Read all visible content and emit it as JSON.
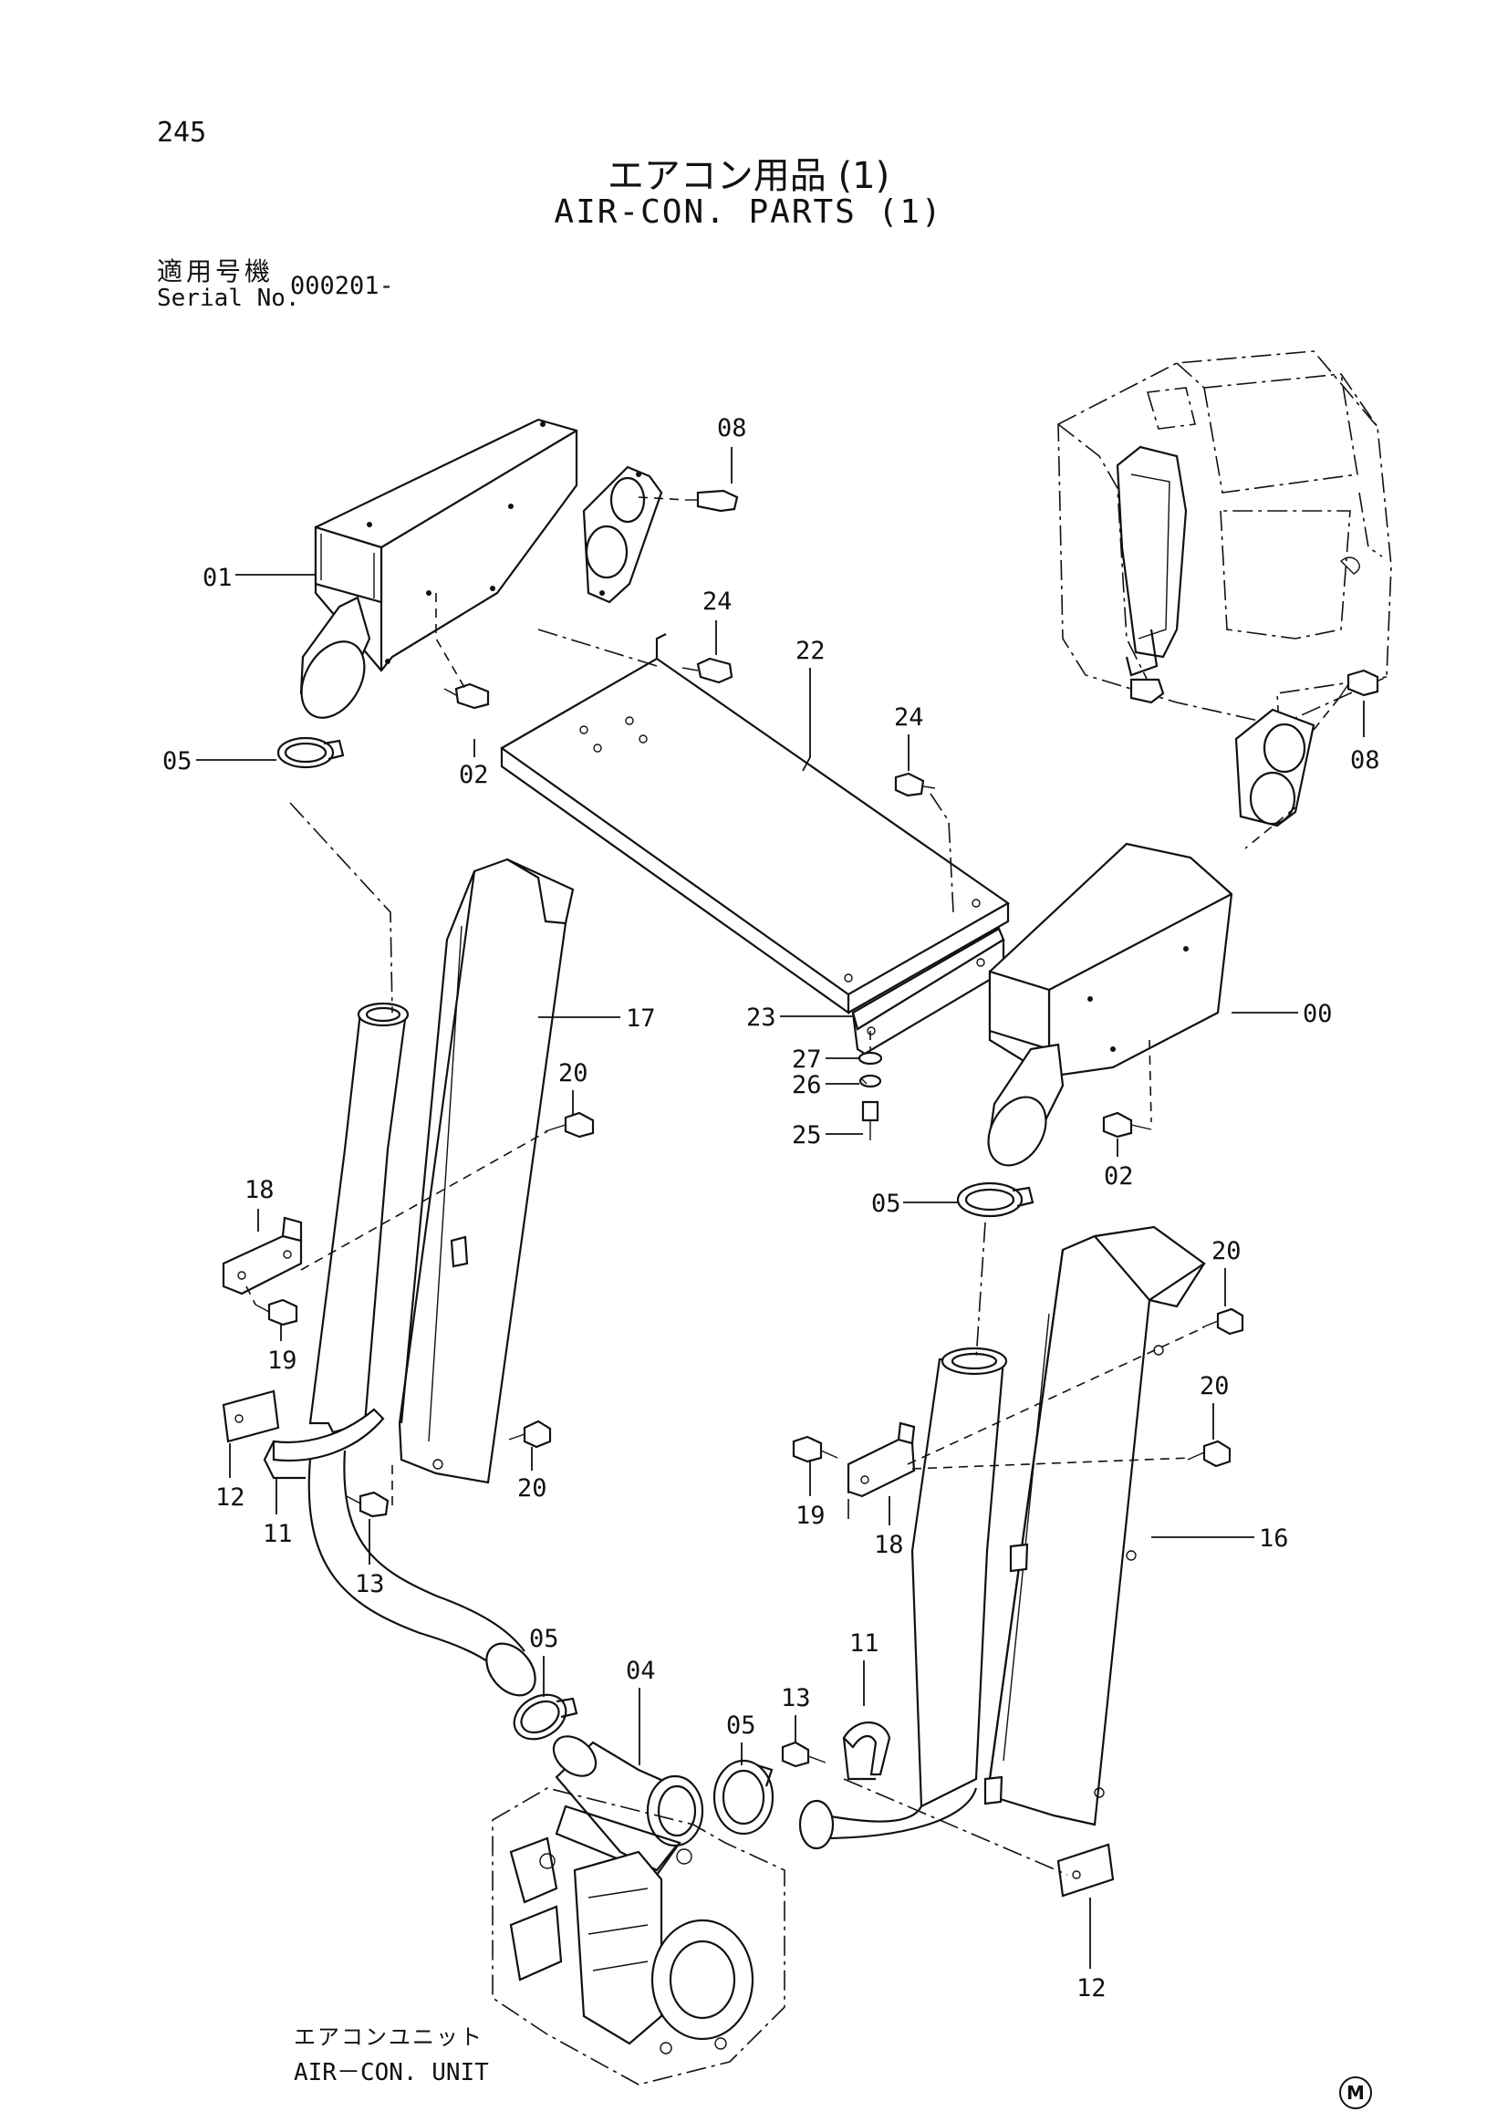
{
  "page": {
    "number": "245",
    "title_jp": "エアコン用品 (1)",
    "title_en": "AIR-CON. PARTS (1)",
    "serial_label_jp": "適用号機",
    "serial_label_en": "Serial No.",
    "serial_value": "000201-"
  },
  "unit_label": {
    "jp": "エアコンユニット",
    "en": "AIR－CON. UNIT"
  },
  "mark": "M",
  "callouts": [
    "08",
    "01",
    "24",
    "22",
    "05",
    "02",
    "24",
    "08",
    "17",
    "23",
    "00",
    "27",
    "26",
    "25",
    "20",
    "02",
    "05",
    "18",
    "20",
    "19",
    "20",
    "12",
    "11",
    "19",
    "18",
    "20",
    "16",
    "13",
    "05",
    "04",
    "11",
    "13",
    "05",
    "12"
  ]
}
